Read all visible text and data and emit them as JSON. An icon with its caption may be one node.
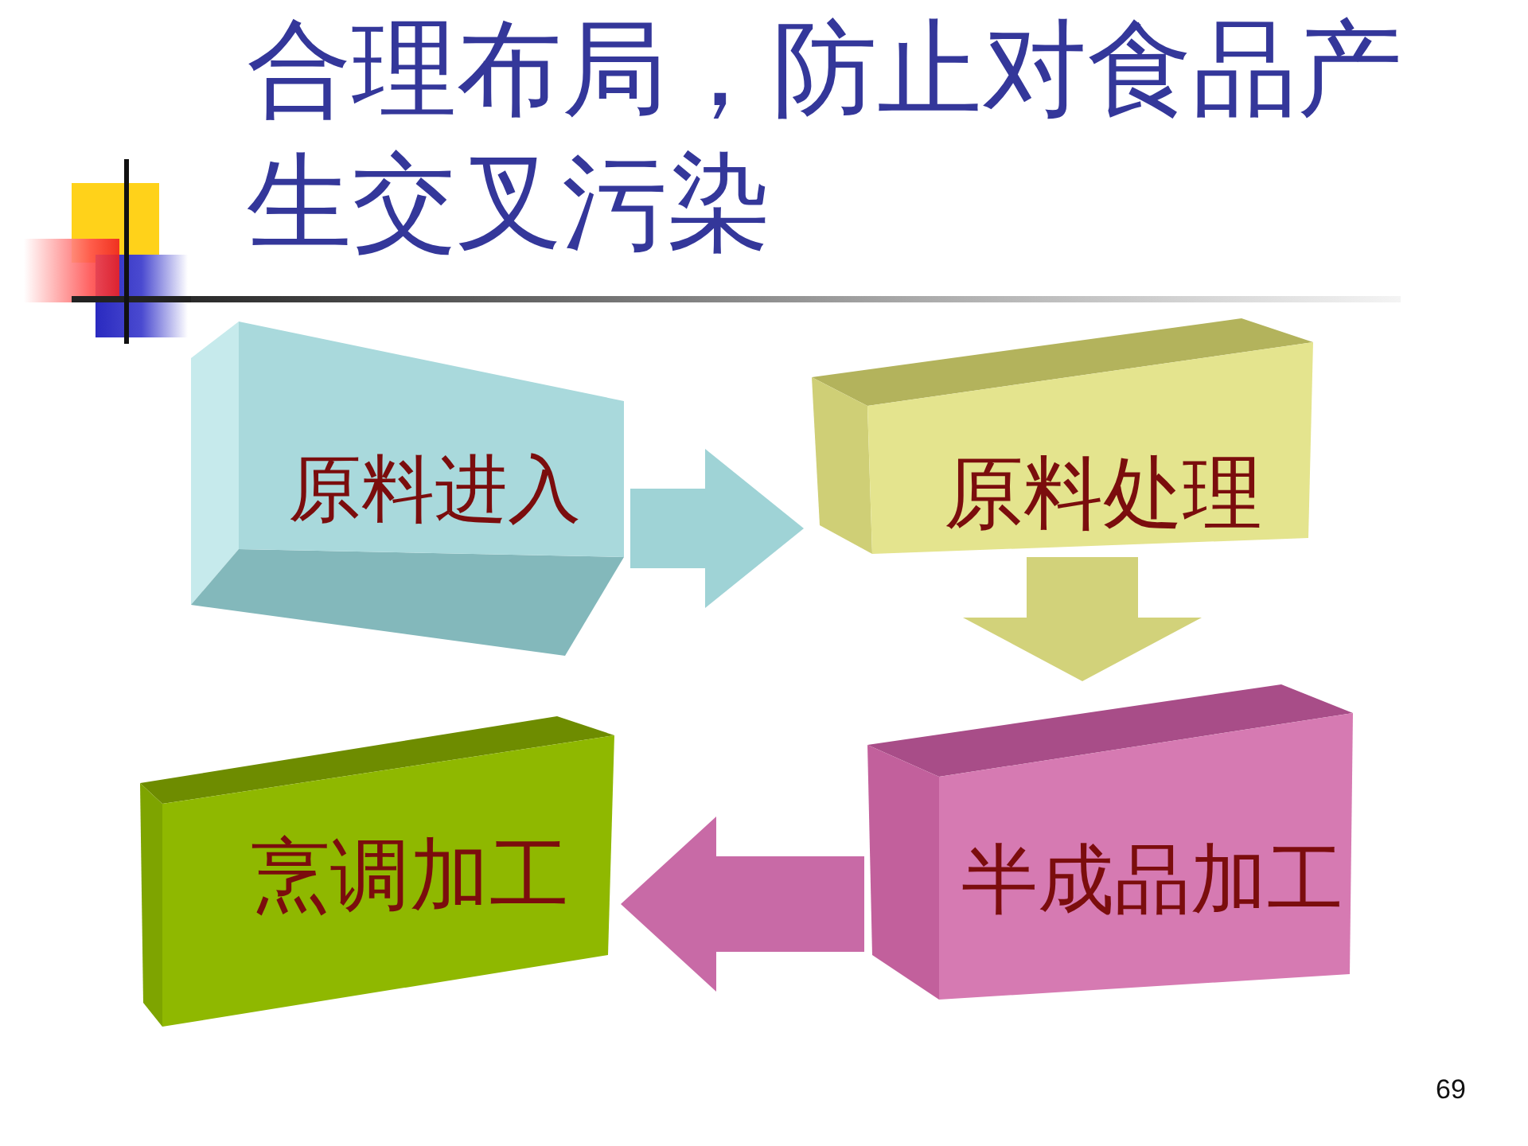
{
  "diagram": {
    "title": "合理布局，防止对食品产生交叉污染",
    "nodes": [
      {
        "text": [
          "原料进入"
        ]
      },
      {
        "text": [
          "原料处理"
        ]
      },
      {
        "text": [
          "烹调加工"
        ]
      },
      {
        "text": [
          "半成品加工"
        ]
      }
    ],
    "edges": [
      {
        "from": 0,
        "to": 1,
        "arrow": "to",
        "color": "#9fd3d6"
      },
      {
        "from": 1,
        "to": 3,
        "arrow": "to",
        "color": "#d2d27a"
      },
      {
        "from": 3,
        "to": 2,
        "arrow": "to",
        "color": "#c86aa6"
      }
    ],
    "labels": [
      "69"
    ]
  }
}
